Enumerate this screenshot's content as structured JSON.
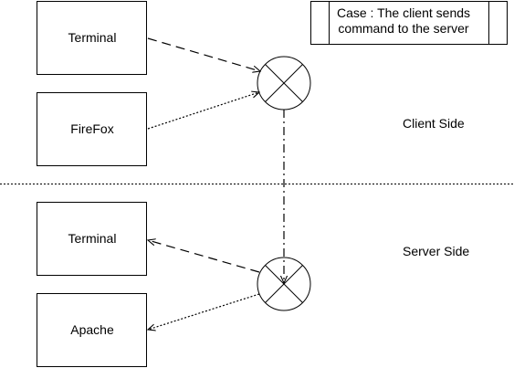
{
  "case_note": {
    "line1": "Case : The client sends",
    "line2": "command to the server"
  },
  "client_side": {
    "label": "Client Side",
    "boxes": [
      "Terminal",
      "FireFox"
    ]
  },
  "server_side": {
    "label": "Server Side",
    "boxes": [
      "Terminal",
      "Apache"
    ]
  },
  "colors": {
    "stroke": "#000000",
    "background": "#ffffff"
  }
}
